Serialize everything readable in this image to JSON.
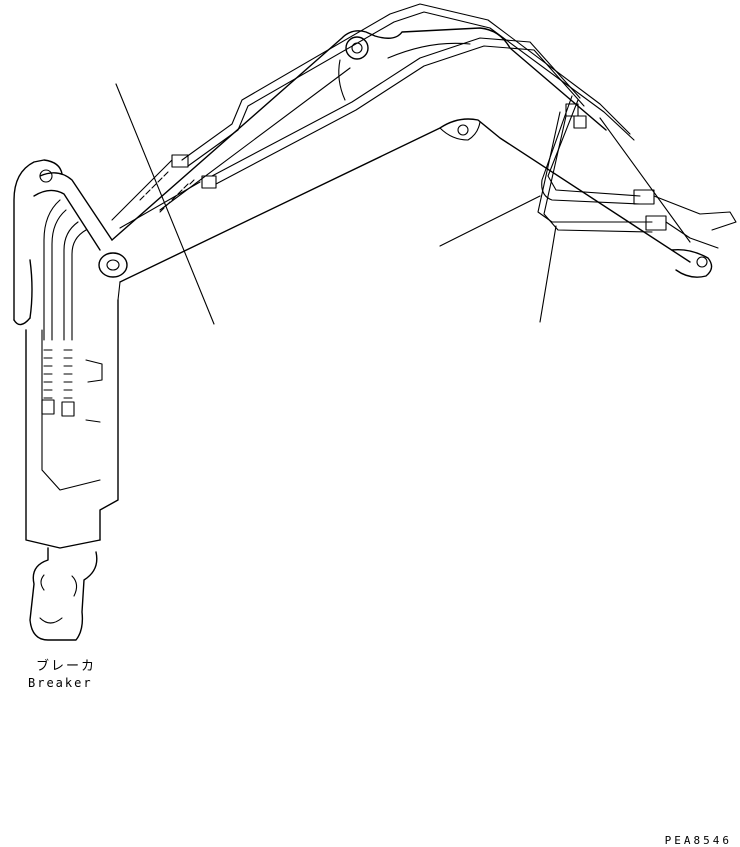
{
  "labels": {
    "breaker_jp": "ブレーカ",
    "breaker_en": "Breaker"
  },
  "drawing_code": "PEA8546",
  "colors": {
    "line": "#000000",
    "background": "#ffffff"
  }
}
